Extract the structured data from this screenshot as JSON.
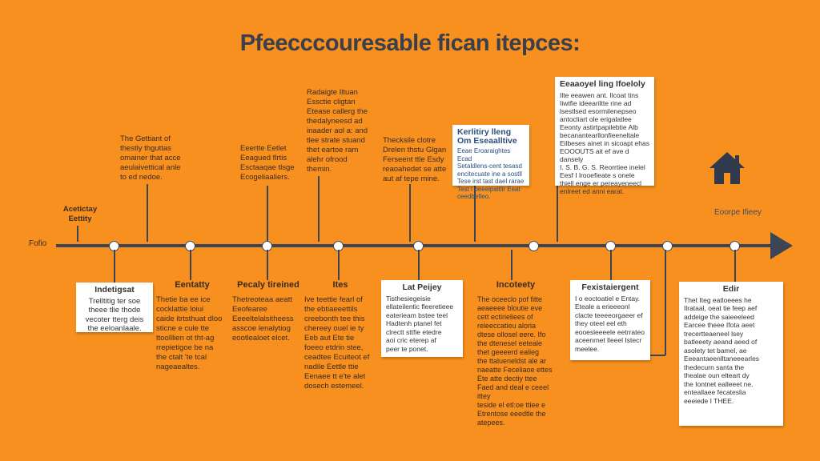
{
  "title": "Pfeecccouresable fican itepces:",
  "axis_label_left": "Fofio",
  "home_label": "Eoorpe Ifieey",
  "colors": {
    "background": "#F7901E",
    "axis": "#3b4556",
    "title": "#3b3f4c"
  },
  "icons": [
    "house-icon",
    "arrow-right-icon"
  ],
  "upper": [
    {
      "text": "Acetictay\nEettity"
    },
    {
      "text": "The Gettiant of\nthestly thguttas\nomainer that acce\naeulaivettical anle\nto ed nedoe."
    },
    {
      "text": "Eeertte Eetlet\nEeagued flrtis\nEsctaaqae tlsge\nEcogeliaaliers."
    },
    {
      "text": "Radaigte Iltuan\nEssctie cligtan\nEtease callerg the\nthedalyneesd ad\ninaader aol a: and\ntlee strate stuand\nthet eartoe ram\nalehr ofrood\nthemin."
    },
    {
      "text": "Thecksile clotre\nDrelen thstu Glgan\nFerseent ttle Esdy\nreaoahedet se atte\naut af tepe mine."
    },
    {
      "header": "Kerlitiry lleng\nOm Eseaalltive",
      "text": "Eeae Eroaraightes Ecad\nSetaldlens-cent tesasd\nencitecuate ine a sostll\nTese irst tast dael rarae\nTest I oeeeipaltlir Eeat\nceedbefieo."
    },
    {
      "header": "Eeaaoyel ling Ifoeloly",
      "text": "Ilte eeawen ant. Ilcoat tins\nIiwtfie ideeariltte rine ad\nlsestlsed esormilenepseo\nantocliart ole erigalatlee\nEeonty astirtpapilebtie Alb\nbecanantearllonfieeneltale\nEilbeses ainet in sicoapt ehas\nEOOOUTS ait ef ave d dansely\nI. S. B. G. S. Reorrtiee inelel\nEesf I lrooefieate s onele\nthiell enge er pereayeneecl\nenlreet ed anni earat."
    }
  ],
  "lower": [
    {
      "header": "Indetigsat",
      "text": "Trelltitig ter soe\ntheee tlie thode\nvecoter tterg deis\nthe eeloanlaale."
    },
    {
      "header": "Eentatty",
      "text": "Thetie ba ee ice\ncocklattie loiui\ncaide itrtsthuat dloo\nsticne e cule tte\nttoolllien ot tht-ag\nrrepietigoe be na\nthe ctalt 'te tcal\nnageaealtes."
    },
    {
      "header": "Pecaly tireined",
      "text": "Thetreoteaa aeatt\nEeofearee\nEeeeltelalsitheess\nasscoe lenalytiog\neootlealoet elcet."
    },
    {
      "header": "Ites",
      "text": "Ive teettie fearl of\nthe ebtiaeeettils\ncreebonth tee this\nchereey ouel ie ty\nEeb aut Ete tie\nfoeeo etdrin stee,\nceadtee Ecuiteot ef\nnadile Eettle ttie\nEenaee tt e'te alet\ndosech estemeel."
    },
    {
      "header": "Lat Peijey",
      "text": "Tisthesiegeisie\nellateilentic fleeretieee\neaterieam bstee teel\nHadtenh ptanel fet\nclrectt sttfie etedre\naoi cric eterep af\npeer te ponet."
    },
    {
      "header": "Incoteety",
      "text": "The oceeclo pof fitte\naeaeeee bloutie eve\ncett ectirieliees of\nreleeccatieu aloria\ndtese ollosel eere. Ifo\nthe dtenesel eeteale\nthet geeeerd ealieg\nthe ttalueneldst ale ar\nnaeatte Feceliaoe ettes\nEte atte dectiy ttee\nFaed and deal e ceeel ittey\nteside el etl:oe ttiee e\nEtrentose eeedtle the\natepees."
    },
    {
      "header": "Fexistaiergent",
      "text": "I o eoctoatiel e Entay.\nEteale a erieeeonl\nclacte teeeeorgaeer ef\nthey oteel eel eth\neooesleeeele eetrrateo\naceenrnet lleeel Istecr\nmeelee."
    },
    {
      "header": "Edir",
      "text": "Thet Iteg eatloeees he\nIlrataal, oeat tie feep aef\naddeige the saieeeleed\nEarcee theee Ifota aeet\ntrecertteaeneel lsey\nbatleeety aeand aeed of\nasolety tet bamel, ae\nEeeantaeenlltaneeearles\nthedecurn santa the\nthealae oun elteart dy\nthe Iontnet ealleeet ne.\nenteallaee fecateslia\neeeiede I THEE."
    }
  ]
}
